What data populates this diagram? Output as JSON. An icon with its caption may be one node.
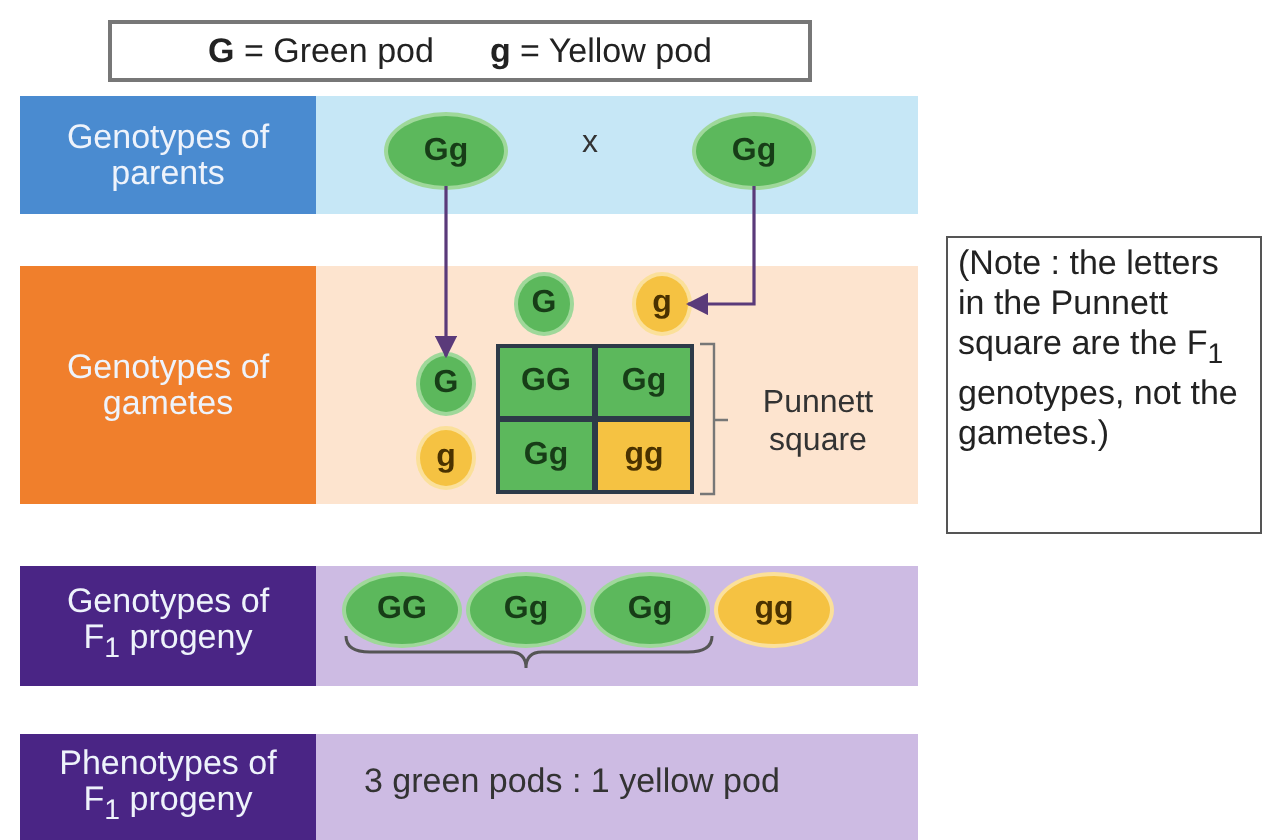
{
  "diagram": {
    "nodes": [
      {
        "text": [
          "**G** = Green pod",
          "**g** = Yellow pod"
        ]
      },
      {
        "text": [],
        "shape": "band"
      },
      {
        "text": [
          "Genotypes of parents"
        ],
        "in": 1
      },
      {
        "text": [
          "Gg"
        ],
        "in": 1
      },
      {
        "text": [
          "Gg"
        ],
        "in": 1
      },
      {
        "text": [],
        "shape": "band"
      },
      {
        "text": [
          "Genotypes of gametes"
        ],
        "in": 5
      },
      {
        "text": [
          "G"
        ],
        "in": 5
      },
      {
        "text": [
          "g"
        ],
        "in": 5
      },
      {
        "text": [
          "G"
        ],
        "in": 5
      },
      {
        "text": [
          "g"
        ],
        "in": 5
      },
      {
        "text": [
          "GG"
        ],
        "in": 5
      },
      {
        "text": [
          "Gg"
        ],
        "in": 5
      },
      {
        "text": [
          "Gg"
        ],
        "in": 5
      },
      {
        "text": [
          "gg"
        ],
        "in": 5
      },
      {
        "text": [
          "(Note : the letters in the Punnett square are the F$_{1}$ genotypes, not the gametes.)"
        ]
      },
      {
        "text": [],
        "shape": "band"
      },
      {
        "text": [
          "Genotypes of F$_{1}$ progeny"
        ],
        "in": 16
      },
      {
        "text": [
          "GG"
        ],
        "in": 16
      },
      {
        "text": [
          "Gg"
        ],
        "in": 16
      },
      {
        "text": [
          "Gg"
        ],
        "in": 16
      },
      {
        "text": [
          "gg"
        ],
        "in": 16
      },
      {
        "text": [
          "3 green pods : 1 yellow pod"
        ]
      },
      {
        "text": [
          "Phenotypes of F$_{1}$ progeny"
        ],
        "in": 22
      }
    ],
    "edges": [
      {
        "from": 3,
        "to": 9,
        "arrow": "to"
      },
      {
        "from": 4,
        "to": 8,
        "arrow": "to"
      }
    ],
    "labels": [
      "x",
      "Punnett square"
    ]
  }
}
